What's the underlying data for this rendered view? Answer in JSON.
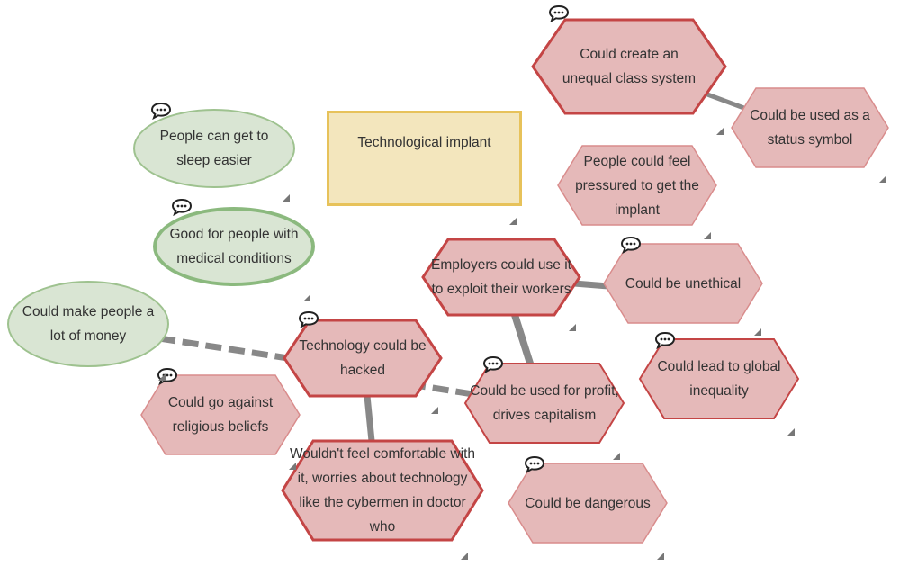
{
  "diagram": {
    "central_topic": "Technological implant",
    "nodes": {
      "unequal_class": "Could create an unequal class system",
      "status_symbol": "Could be used as a status symbol",
      "pressured": "People could feel pressured to get the implant",
      "sleep": "People can get to sleep easier",
      "medical": "Good for people with medical conditions",
      "employers": "Employers could use it to exploit their workers",
      "unethical": "Could be unethical",
      "money": "Could make people a lot of money",
      "hacked": "Technology could be hacked",
      "global_inequality": "Could lead to global inequality",
      "profit": "Could be used for profit, drives capitalism",
      "religious": "Could go against religious beliefs",
      "comfortable": "Wouldn't feel comfortable with it, worries about technology like the cybermen in doctor who",
      "dangerous": "Could be dangerous"
    },
    "colors": {
      "pro_fill": "#d9e5d3",
      "pro_border": "#9ec28f",
      "con_fill": "#e5b9b9",
      "con_border": "#d98c8c",
      "con_strong_border": "#c44545",
      "topic_fill": "#f3e6bd",
      "topic_border": "#e7c25a",
      "link": "#888888"
    },
    "icons": [
      "comment-bubble-icon",
      "resize-handle-icon"
    ]
  }
}
